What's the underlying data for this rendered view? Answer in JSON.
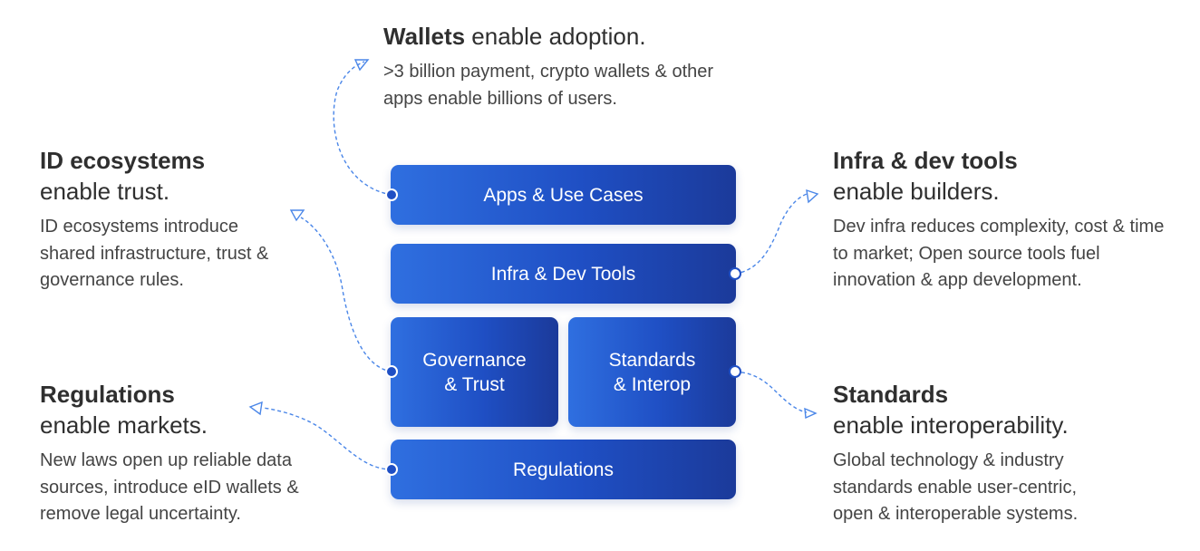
{
  "annotations": {
    "wallets": {
      "bold": "Wallets",
      "rest": " enable adoption.",
      "body": ">3 billion payment, crypto wallets & other apps enable billions of users."
    },
    "id_ecosystems": {
      "title": "ID ecosystems",
      "subtitle": "enable trust.",
      "body": "ID ecosystems introduce shared infrastructure, trust & governance rules."
    },
    "regulations": {
      "title": "Regulations",
      "subtitle": "enable markets.",
      "body": "New laws open up reliable data sources, introduce eID wallets & remove legal uncertainty."
    },
    "infra": {
      "title": "Infra & dev tools",
      "subtitle": "enable builders.",
      "body": "Dev infra reduces complexity, cost & time to market; Open source tools fuel innovation & app development."
    },
    "standards": {
      "title": "Standards",
      "subtitle": "enable interoperability.",
      "body": "Global technology & industry standards enable user-centric, open & interoperable systems."
    }
  },
  "stack": {
    "apps": "Apps & Use Cases",
    "infra": "Infra & Dev Tools",
    "governance": "Governance\n& Trust",
    "standards": "Standards\n& Interop",
    "regulations": "Regulations"
  },
  "colors": {
    "box_start": "#2f6fe0",
    "box_end": "#1b3a9a",
    "connector": "#4a86e8",
    "text": "#2f2f2f"
  }
}
